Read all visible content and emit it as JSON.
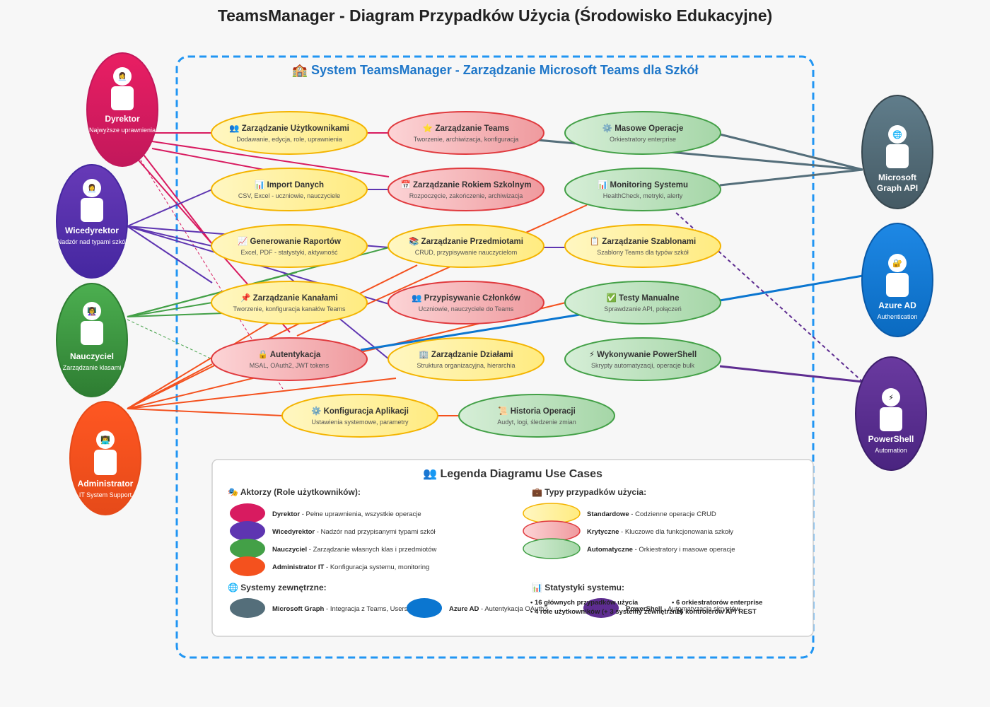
{
  "title": "TeamsManager - Diagram Przypadków Użycia (Środowisko Edukacyjne)",
  "system_title": "🏫 System TeamsManager - Zarządzanie Microsoft Teams dla Szkół",
  "colors": {
    "system_border": "#2196f3",
    "standard_fill": "#fff3a8",
    "standard_stroke": "#f4b400",
    "critical_fill": "#f8c3c6",
    "critical_stroke": "#e03a3e",
    "auto_fill": "#c0e2c2",
    "auto_stroke": "#43a047"
  },
  "actors": {
    "dyrektor": {
      "name": "Dyrektor",
      "desc": "Najwyższe uprawnienia",
      "icon": "👩‍💼",
      "color": "#d81b60"
    },
    "wicedyrektor": {
      "name": "Wicedyrektor",
      "desc": "Nadzór nad typami szkół",
      "icon": "👩‍💼",
      "color": "#5e35b1"
    },
    "nauczyciel": {
      "name": "Nauczyciel",
      "desc": "Zarządzanie klasami",
      "icon": "👩‍🏫",
      "color": "#43a047"
    },
    "administrator": {
      "name": "Administrator",
      "desc": "IT System Support",
      "icon": "👨‍💻",
      "color": "#f4511e"
    },
    "graph": {
      "name1": "Microsoft",
      "name2": "Graph API",
      "icon": "🌐",
      "color": "#546e7a"
    },
    "azure": {
      "name": "Azure AD",
      "desc": "Authentication",
      "icon": "🔐",
      "color": "#0b76d0"
    },
    "powershell": {
      "name": "PowerShell",
      "desc": "Automation",
      "icon": "⚡",
      "color": "#5e2d91"
    }
  },
  "use_cases": {
    "uzytkownicy": {
      "icon": "👥",
      "title": "Zarządzanie Użytkownikami",
      "desc": "Dodawanie, edycja, role, uprawnienia"
    },
    "teams": {
      "icon": "⭐",
      "title": "Zarządzanie Teams",
      "desc": "Tworzenie, archiwizacja, konfiguracja"
    },
    "masowe": {
      "icon": "⚙️",
      "title": "Masowe Operacje",
      "desc": "Orkiestratory enterprise"
    },
    "import": {
      "icon": "📊",
      "title": "Import Danych",
      "desc": "CSV, Excel - uczniowie, nauczyciele"
    },
    "rok": {
      "icon": "📅",
      "title": "Zarządzanie Rokiem Szkolnym",
      "desc": "Rozpoczęcie, zakończenie, archiwizacja"
    },
    "monitoring": {
      "icon": "📊",
      "title": "Monitoring Systemu",
      "desc": "HealthCheck, metryki, alerty"
    },
    "raporty": {
      "icon": "📈",
      "title": "Generowanie Raportów",
      "desc": "Excel, PDF - statystyki, aktywność"
    },
    "przedmioty": {
      "icon": "📚",
      "title": "Zarządzanie Przedmiotami",
      "desc": "CRUD, przypisywanie nauczycielom"
    },
    "szablony": {
      "icon": "📋",
      "title": "Zarządzanie Szablonami",
      "desc": "Szablony Teams dla typów szkół"
    },
    "kanaly": {
      "icon": "📌",
      "title": "Zarządzanie Kanałami",
      "desc": "Tworzenie, konfiguracja kanałów Teams"
    },
    "czlonkowie": {
      "icon": "👥",
      "title": "Przypisywanie Członków",
      "desc": "Uczniowie, nauczyciele do Teams"
    },
    "testy": {
      "icon": "✅",
      "title": "Testy Manualne",
      "desc": "Sprawdzanie API, połączeń"
    },
    "autentykacja": {
      "icon": "🔒",
      "title": "Autentykacja",
      "desc": "MSAL, OAuth2, JWT tokens"
    },
    "dzialy": {
      "icon": "🏢",
      "title": "Zarządzanie Działami",
      "desc": "Struktura organizacyjna, hierarchia"
    },
    "powershell": {
      "icon": "⚡",
      "title": "Wykonywanie PowerShell",
      "desc": "Skrypty automatyzacji, operacje bulk"
    },
    "konfiguracja": {
      "icon": "⚙️",
      "title": "Konfiguracja Aplikacji",
      "desc": "Ustawienia systemowe, parametry"
    },
    "historia": {
      "icon": "📜",
      "title": "Historia Operacji",
      "desc": "Audyt, logi, śledzenie zmian"
    }
  },
  "legend": {
    "title": "👥 Legenda Diagramu Use Cases",
    "actors_header": "🎭 Aktorzy (Role użytkowników):",
    "actors": [
      {
        "name": "Dyrektor",
        "desc": " - Pełne uprawnienia, wszystkie operacje",
        "color": "#d81b60"
      },
      {
        "name": "Wicedyrektor",
        "desc": " - Nadzór nad przypisanymi typami szkół",
        "color": "#5e35b1"
      },
      {
        "name": "Nauczyciel",
        "desc": " - Zarządzanie własnych klas i przedmiotów",
        "color": "#43a047"
      },
      {
        "name": "Administrator IT",
        "desc": " - Konfiguracja systemu, monitoring",
        "color": "#f4511e"
      }
    ],
    "types_header": "💼 Typy przypadków użycia:",
    "types": [
      {
        "name": "Standardowe",
        "desc": " - Codzienne operacje CRUD"
      },
      {
        "name": "Krytyczne",
        "desc": " - Kluczowe dla funkcjonowania szkoły"
      },
      {
        "name": "Automatyczne",
        "desc": " - Orkiestratory i masowe operacje"
      }
    ],
    "external_header": "🌐 Systemy zewnętrzne:",
    "external": [
      {
        "name": "Microsoft Graph",
        "desc": " - Integracja z Teams, Users"
      },
      {
        "name": "Azure AD",
        "desc": " - Autentykacja OAuth2"
      },
      {
        "name": "PowerShell",
        "desc": " - Automatyzacja skryptów"
      }
    ],
    "stats_header": "📊 Statystyki systemu:",
    "stats": [
      "• 16 głównych przypadków użycia",
      "• 4 role użytkowników (+ 3 systemy zewnętrzne)",
      "• 6 orkiestratorów enterprise",
      "• 16 kontrolerów API REST"
    ]
  }
}
